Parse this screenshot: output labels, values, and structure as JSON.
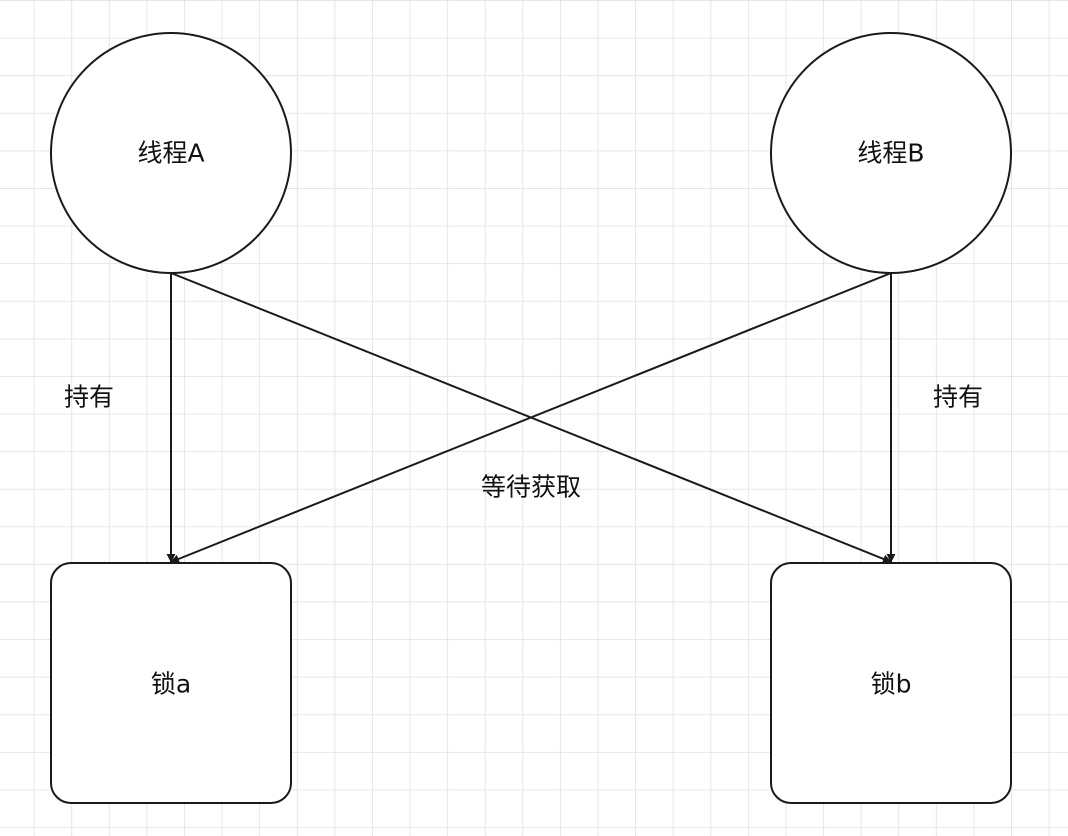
{
  "nodes": {
    "thread_a": {
      "label": "线程A",
      "shape": "circle"
    },
    "thread_b": {
      "label": "线程B",
      "shape": "circle"
    },
    "lock_a": {
      "label": "锁a",
      "shape": "rounded-rectangle"
    },
    "lock_b": {
      "label": "锁b",
      "shape": "rounded-rectangle"
    }
  },
  "edges": {
    "hold_a": {
      "from": "thread_a",
      "to": "lock_a",
      "label": "持有"
    },
    "hold_b": {
      "from": "thread_b",
      "to": "lock_b",
      "label": "持有"
    },
    "wait_a_to_b": {
      "from": "thread_a",
      "to": "lock_b",
      "label": "等待获取"
    },
    "wait_b_to_a": {
      "from": "thread_b",
      "to": "lock_a",
      "label": ""
    }
  },
  "colors": {
    "stroke": "#1a1a1a",
    "fill": "#ffffff",
    "grid": "#e6e6e6",
    "text": "#111111"
  }
}
